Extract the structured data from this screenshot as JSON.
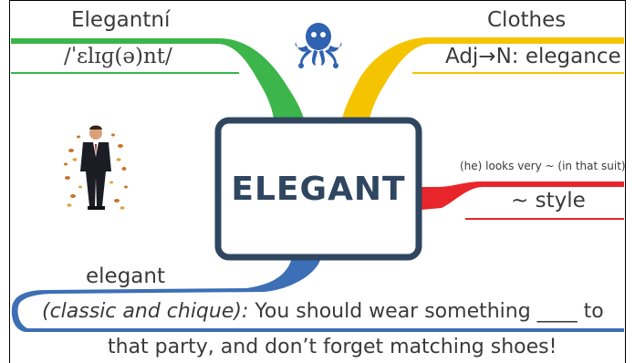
{
  "central": {
    "word": "ELEGANT"
  },
  "branches": {
    "top_left": {
      "title": "Elegantní",
      "subtitle": "/ˈɛlɪɡ(ə)nt/",
      "color": "#3cb54a"
    },
    "top_right": {
      "title": "Clothes",
      "subtitle": "Adj→N: elegance",
      "color": "#f5c400"
    },
    "right": {
      "note": "(he) looks very ~ (in that suit)",
      "phrase": "~ style",
      "color": "#e8252a"
    },
    "bottom": {
      "title": "elegant",
      "example_italic": "(classic and chique):",
      "example_rest": "You should wear something ____ to",
      "example_line2": "that party, and don’t forget matching shoes!",
      "color": "#3d6fb6"
    }
  },
  "icons": {
    "top": "octopus-icon",
    "left": "businessman-autumn-leaves-illustration"
  },
  "colors": {
    "central_border": "#2f4661",
    "octopus": "#2f62b0"
  }
}
